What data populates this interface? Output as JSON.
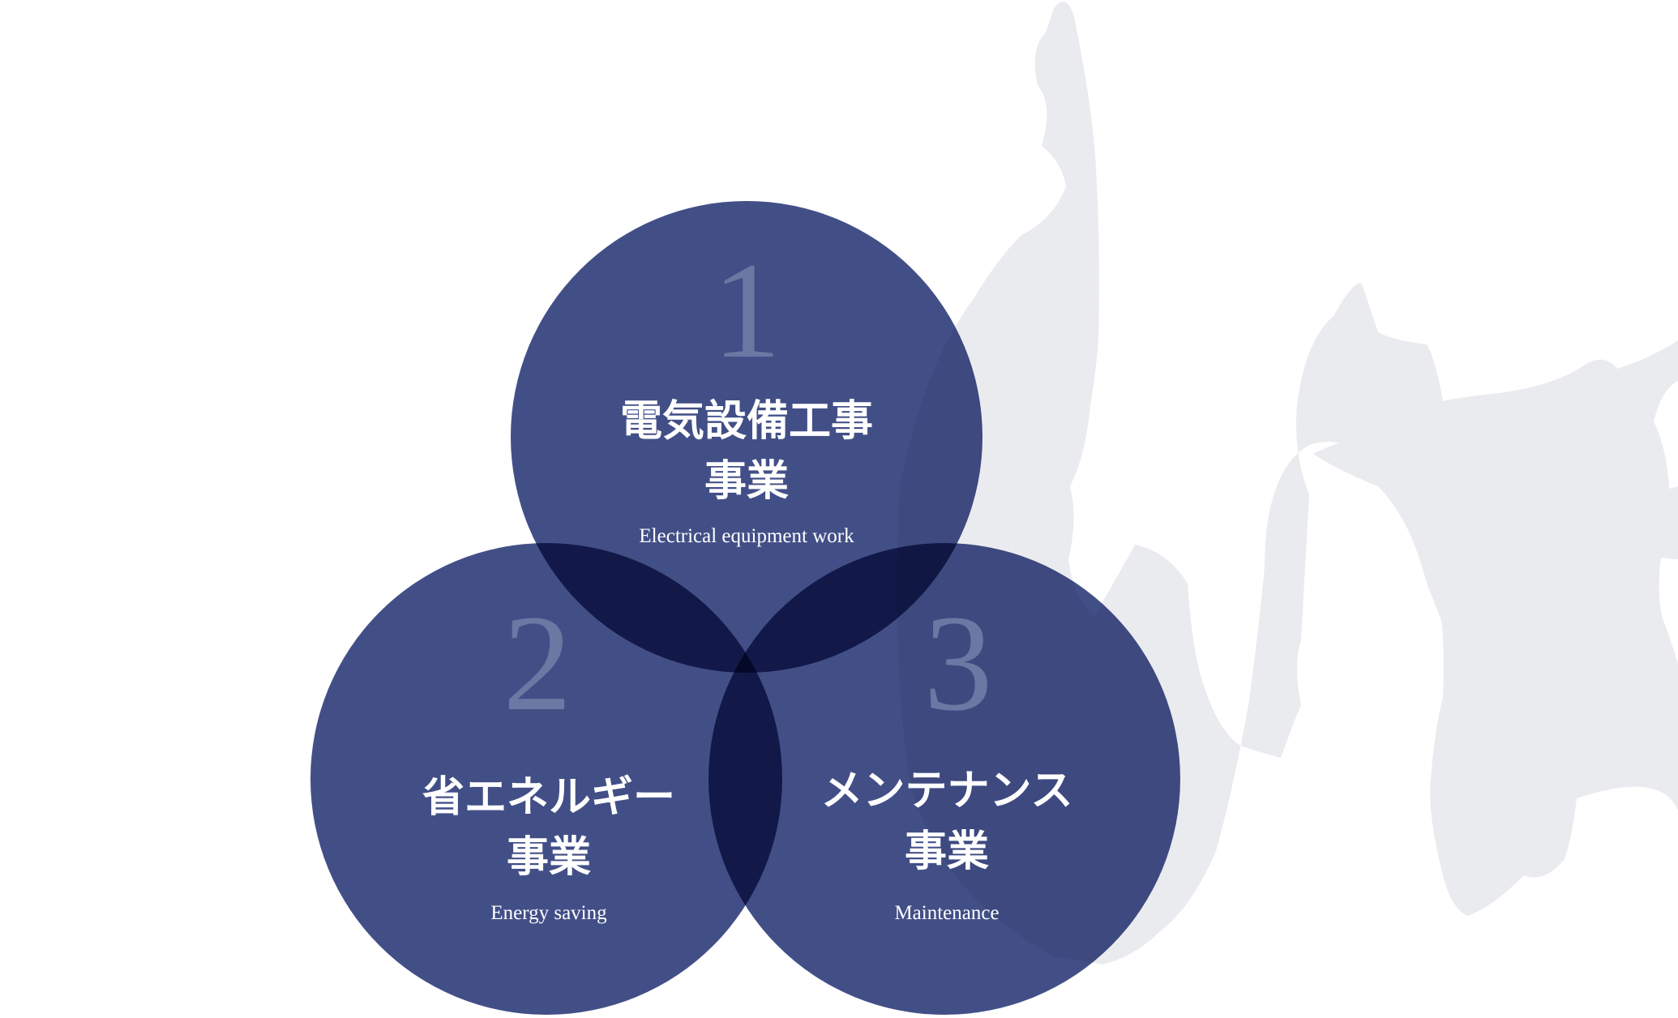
{
  "colors": {
    "circle": "#425186",
    "overlap": "#2d3c78",
    "number": "#6b78a3",
    "map": "#eaebef",
    "text": "#ffffff"
  },
  "circles": [
    {
      "number": "1",
      "title_line1": "電気設備工事",
      "title_line2": "事業",
      "subtitle": "Electrical equipment work"
    },
    {
      "number": "2",
      "title_line1": "省エネルギー",
      "title_line2": "事業",
      "subtitle": "Energy saving"
    },
    {
      "number": "3",
      "title_line1": "メンテナンス",
      "title_line2": "事業",
      "subtitle": "Maintenance"
    }
  ]
}
